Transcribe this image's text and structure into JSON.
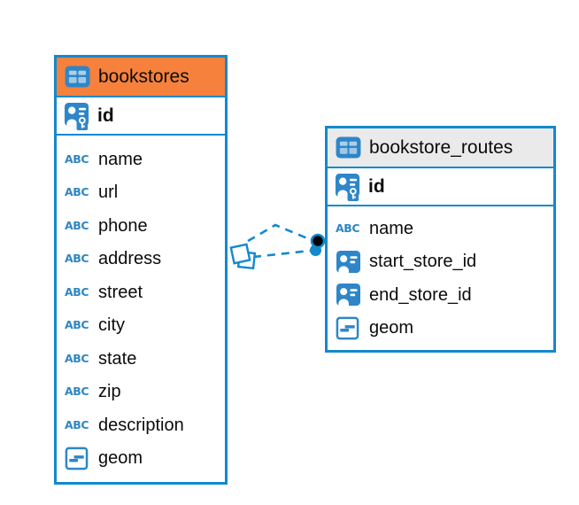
{
  "diagram": {
    "colors": {
      "border_blue": "#1389CD",
      "icon_blue": "#2E86C8",
      "abc_blue": "#2E86C4",
      "selected_header_orange": "#F6813C",
      "default_header_gray": "#EAEAEA",
      "text": "#111111",
      "relation_endpoint_black": "#000000"
    },
    "icons": {
      "text_type_label": "ABC"
    },
    "tables": [
      {
        "name": "bookstores",
        "header_bg": "#F6813C",
        "pk": {
          "name": "id"
        },
        "columns": [
          {
            "name": "name"
          },
          {
            "name": "url"
          },
          {
            "name": "phone"
          },
          {
            "name": "address"
          },
          {
            "name": "street"
          },
          {
            "name": "city"
          },
          {
            "name": "state"
          },
          {
            "name": "zip"
          },
          {
            "name": "description"
          },
          {
            "name": "geom"
          }
        ]
      },
      {
        "name": "bookstore_routes",
        "header_bg": "#EAEAEA",
        "pk": {
          "name": "id"
        },
        "columns": [
          {
            "name": "name"
          },
          {
            "name": "start_store_id"
          },
          {
            "name": "end_store_id"
          },
          {
            "name": "geom"
          }
        ]
      }
    ],
    "relationship": {
      "from_table": "bookstores",
      "to_table": "bookstore_routes",
      "style": "dashed"
    }
  }
}
